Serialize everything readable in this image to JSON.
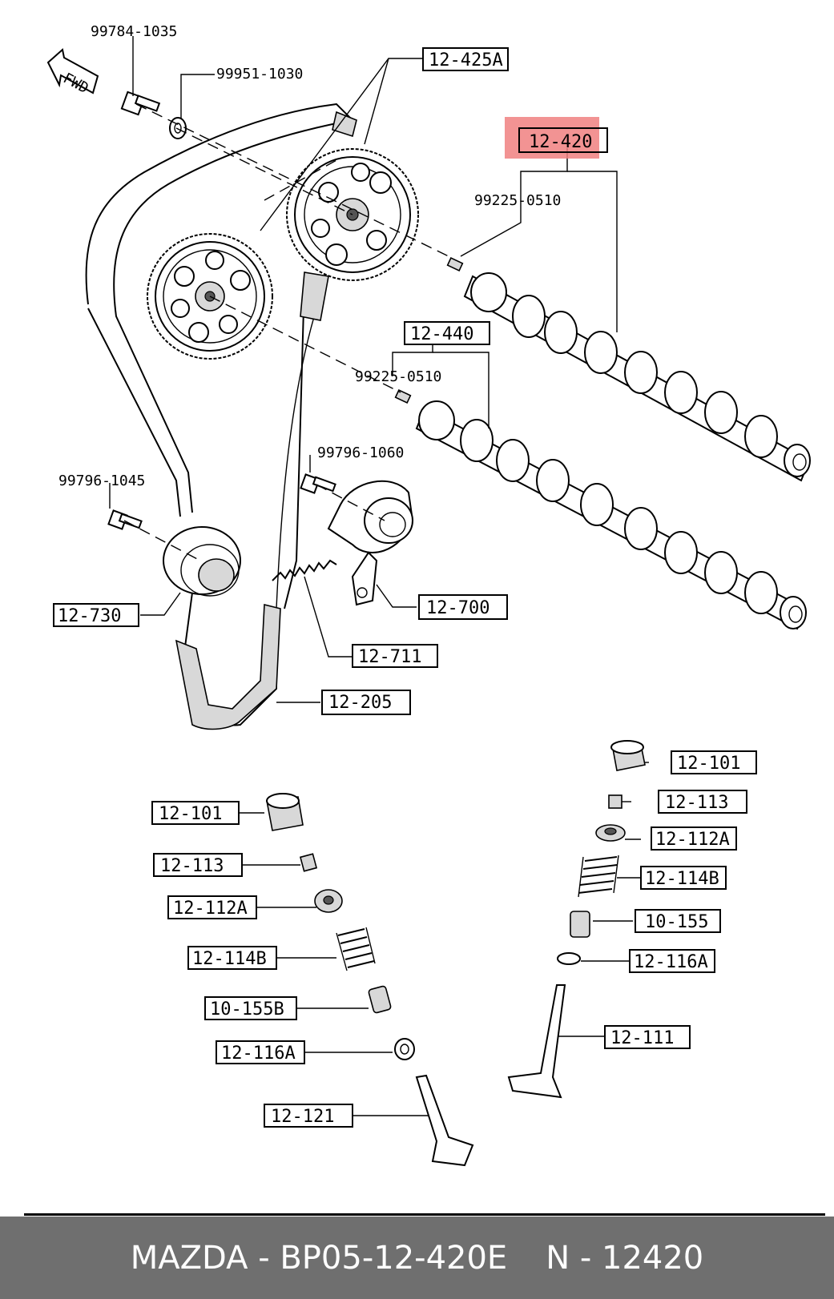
{
  "callouts": {
    "c_12_425A": "12-425A",
    "c_12_420": "12-420",
    "c_12_440": "12-440",
    "c_12_730": "12-730",
    "c_12_700": "12-700",
    "c_12_711": "12-711",
    "c_12_205": "12-205",
    "r_12_101": "12-101",
    "r_12_113": "12-113",
    "r_12_112A": "12-112A",
    "r_12_114B": "12-114B",
    "r_10_155": "10-155",
    "r_12_116A": "12-116A",
    "r_12_111": "12-111",
    "l_12_101": "12-101",
    "l_12_113": "12-113",
    "l_12_112A": "12-112A",
    "l_12_114B": "12-114B",
    "l_10_155B": "10-155B",
    "l_12_116A": "12-116A",
    "l_12_121": "12-121"
  },
  "numbers": {
    "n_99784": "99784-1035",
    "n_99951": "99951-1030",
    "n_99225_a": "99225-0510",
    "n_99225_b": "99225-0510",
    "n_99796_1060": "99796-1060",
    "n_99796_1045": "99796-1045"
  },
  "fwd_label": "FWD",
  "highlight_color": "#f08080",
  "footer": {
    "part": "MAZDA - BP05-12-420E",
    "ref": "N - 12420"
  }
}
